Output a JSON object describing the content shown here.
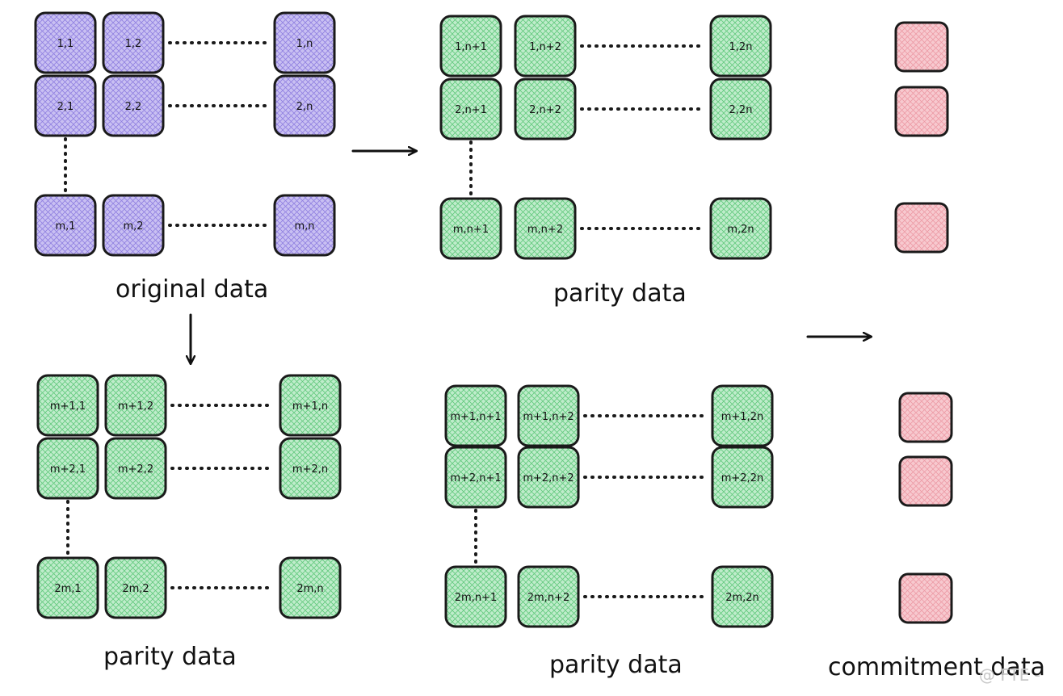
{
  "colors": {
    "original_fill": "#c9c0f2",
    "parity_fill": "#bfeccb",
    "commitment_fill": "#f7c9cf",
    "stroke": "#1a1a1a",
    "original_hatch": "#8f7fe0",
    "parity_hatch": "#62c97d",
    "commitment_hatch": "#ec9aa5"
  },
  "blocks": [
    {
      "id": "original",
      "kind": "original",
      "caption": "original data",
      "rows": [
        [
          "1,1",
          "1,2",
          "1,n"
        ],
        [
          "2,1",
          "2,2",
          "2,n"
        ],
        [
          "m,1",
          "m,2",
          "m,n"
        ]
      ]
    },
    {
      "id": "parity-right",
      "kind": "parity",
      "caption": "parity data",
      "rows": [
        [
          "1,n+1",
          "1,n+2",
          "1,2n"
        ],
        [
          "2,n+1",
          "2,n+2",
          "2,2n"
        ],
        [
          "m,n+1",
          "m,n+2",
          "m,2n"
        ]
      ]
    },
    {
      "id": "parity-bottom",
      "kind": "parity",
      "caption": "parity data",
      "rows": [
        [
          "m+1,1",
          "m+1,2",
          "m+1,n"
        ],
        [
          "m+2,1",
          "m+2,2",
          "m+2,n"
        ],
        [
          "2m,1",
          "2m,2",
          "2m,n"
        ]
      ]
    },
    {
      "id": "parity-corner",
      "kind": "parity",
      "caption": "parity data",
      "rows": [
        [
          "m+1,n+1",
          "m+1,n+2",
          "m+1,2n"
        ],
        [
          "m+2,n+1",
          "m+2,n+2",
          "m+2,2n"
        ],
        [
          "2m,n+1",
          "2m,n+2",
          "2m,2n"
        ]
      ]
    }
  ],
  "commitment": {
    "caption": "commitment data",
    "count": 6
  },
  "watermark": "@ FTE -"
}
